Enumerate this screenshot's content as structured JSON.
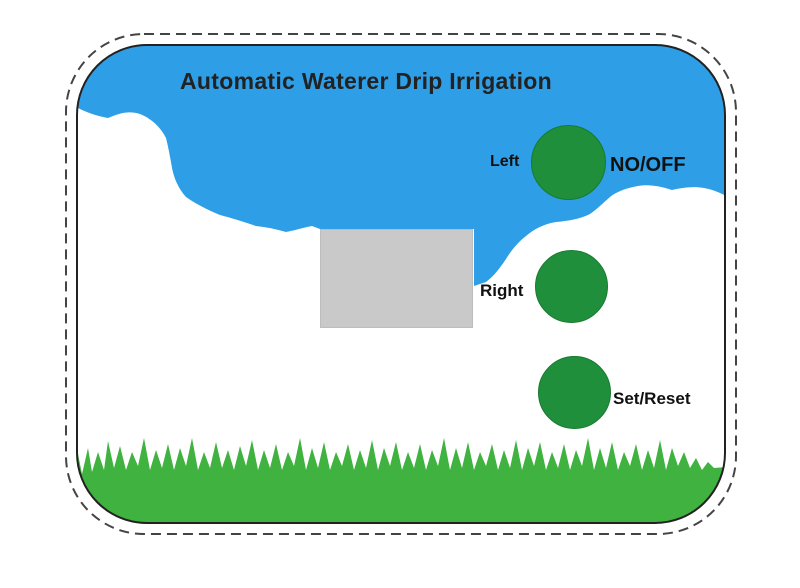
{
  "device": {
    "title": "Automatic Waterer Drip Irrigation",
    "colors": {
      "sky": "#2e9ee6",
      "grass": "#3fb23f",
      "button": "#1f8f3b",
      "display": "#c9c9c9"
    }
  },
  "buttons": {
    "left": {
      "label": "Left"
    },
    "power": {
      "label": "NO/OFF"
    },
    "right": {
      "label": "Right"
    },
    "set_reset": {
      "label": "Set/Reset"
    }
  }
}
